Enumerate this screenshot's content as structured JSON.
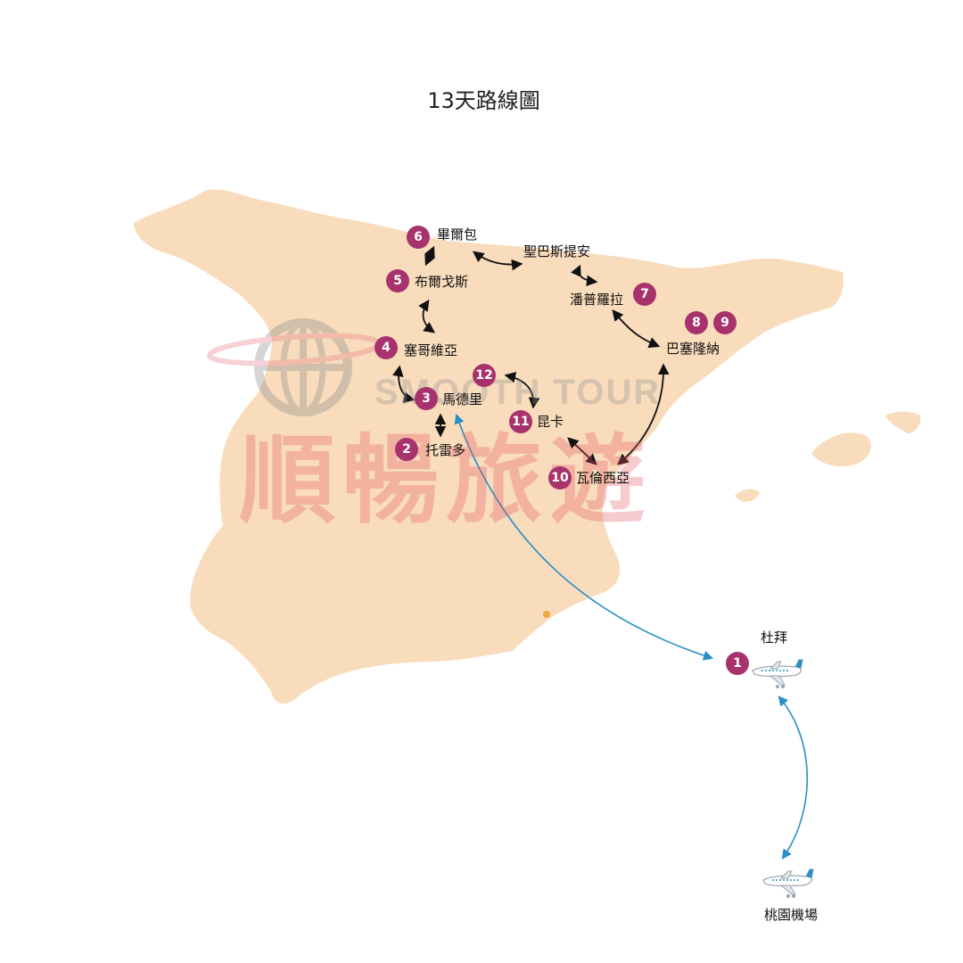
{
  "title": "13天路線圖",
  "watermark": {
    "text_en": "SMOOTH TOUR",
    "text_zh": "順暢旅遊"
  },
  "colors": {
    "land": "#f8dcbc",
    "badge": "#a8336c",
    "route_arrow": "#111111",
    "flight_arrow": "#2a8fc6",
    "plane_tail": "#2a8fc6"
  },
  "stops": [
    {
      "key": "dubai",
      "badge": "1",
      "label": "杜拜"
    },
    {
      "key": "toledo",
      "badge": "2",
      "label": "托雷多"
    },
    {
      "key": "madrid",
      "badge": "3",
      "label": "馬德里"
    },
    {
      "key": "segovia",
      "badge": "4",
      "label": "塞哥維亞"
    },
    {
      "key": "burgos",
      "badge": "5",
      "label": "布爾戈斯"
    },
    {
      "key": "bilbao",
      "badge": "6",
      "label": "畢爾包"
    },
    {
      "key": "san_sebastian",
      "badge": "",
      "label": "聖巴斯提安"
    },
    {
      "key": "pamplona",
      "badge": "7",
      "label": "潘普羅拉"
    },
    {
      "key": "barcelona",
      "badge": "8",
      "badge2": "9",
      "label": "巴塞隆納"
    },
    {
      "key": "valencia",
      "badge": "10",
      "label": "瓦倫西亞"
    },
    {
      "key": "cuenca",
      "badge": "11",
      "label": "昆卡"
    },
    {
      "key": "madrid_return",
      "badge": "12",
      "label": ""
    },
    {
      "key": "taoyuan",
      "badge": "",
      "label": "桃園機場"
    }
  ],
  "icons": [
    "plane-icon",
    "globe-logo-icon",
    "route-arrow-icon"
  ]
}
